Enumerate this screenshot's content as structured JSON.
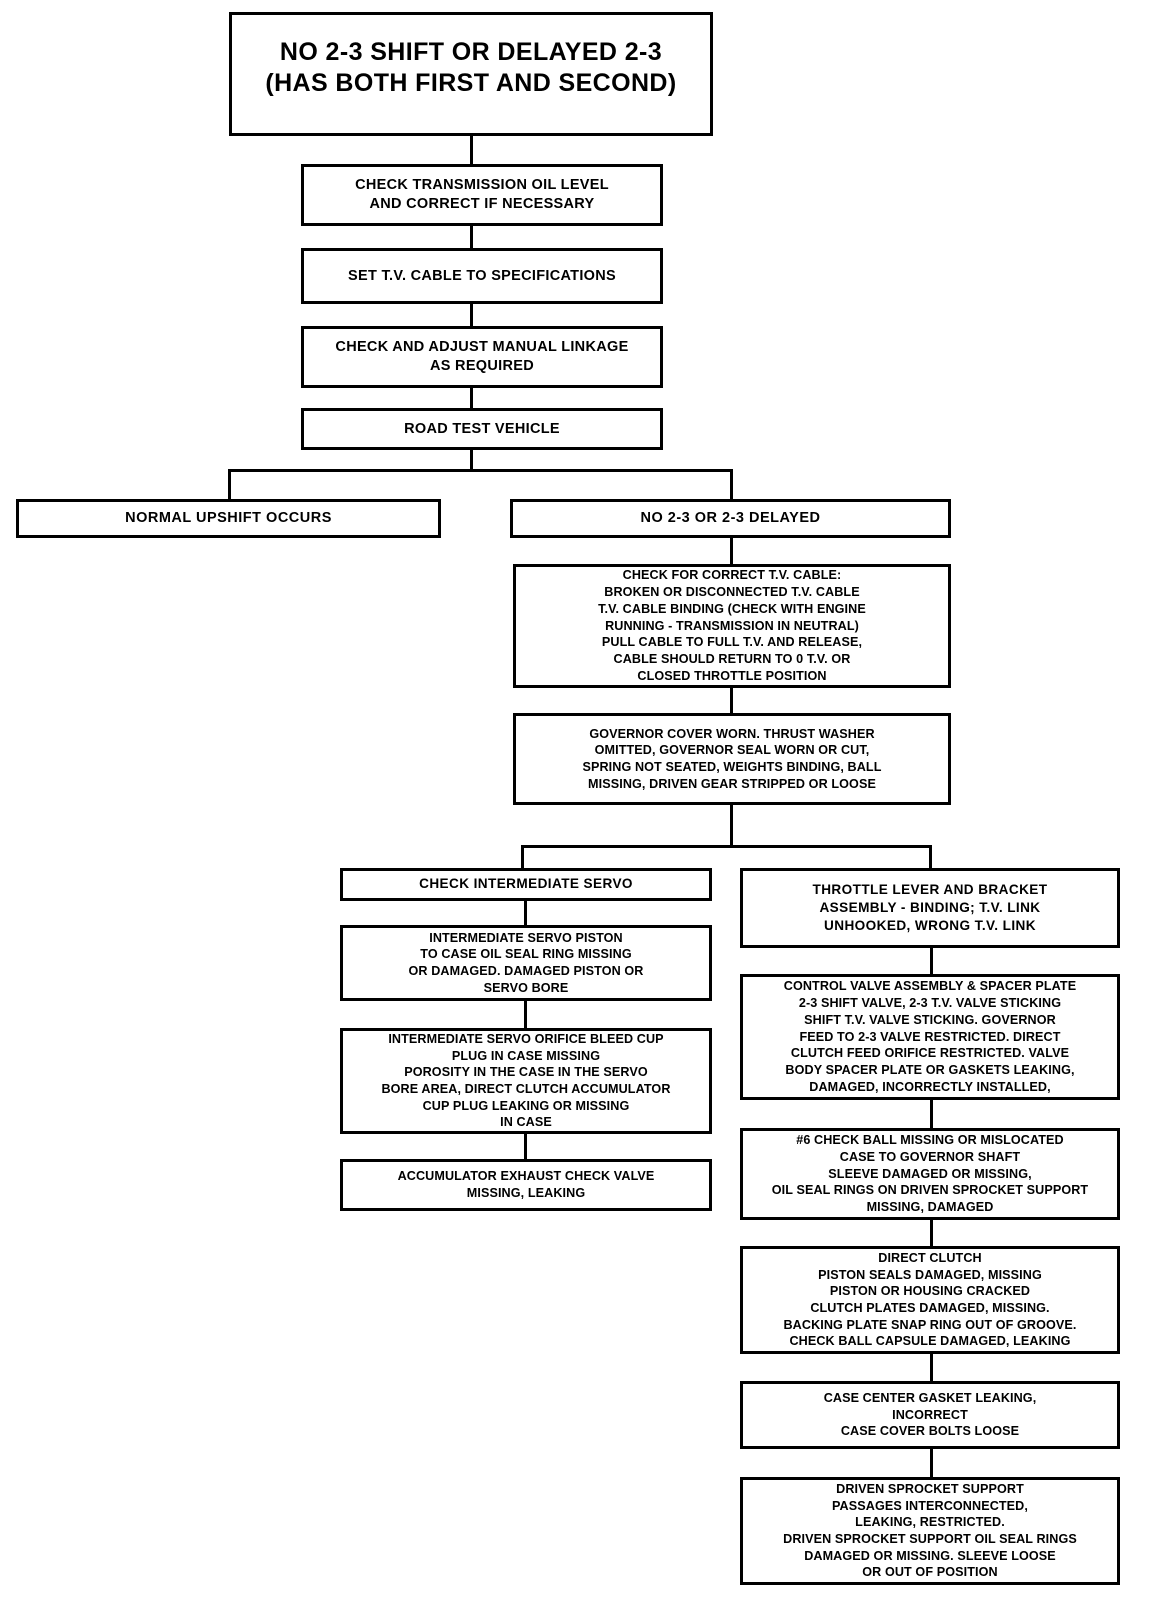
{
  "diagram": {
    "kind": "troubleshooting-flowchart",
    "title_box": {
      "id": "no-2-3-shift-or-delayed",
      "text": "NO 2-3 SHIFT OR DELAYED 2-3\n(HAS BOTH FIRST AND SECOND)"
    },
    "steps": [
      {
        "id": "check-transmission-oil-level",
        "text": "CHECK TRANSMISSION OIL LEVEL\nAND CORRECT IF NECESSARY"
      },
      {
        "id": "set-tv-cable",
        "text": "SET T.V. CABLE TO SPECIFICATIONS"
      },
      {
        "id": "check-adjust-manual-linkage",
        "text": "CHECK AND ADJUST MANUAL LINKAGE\nAS REQUIRED"
      },
      {
        "id": "road-test-vehicle",
        "text": "ROAD TEST VEHICLE"
      }
    ],
    "branches": [
      {
        "id": "normal-upshift-occurs",
        "text": "NORMAL UPSHIFT OCCURS"
      },
      {
        "id": "no-2-3-or-2-3-delayed",
        "text": "NO 2-3 OR 2-3 DELAYED"
      }
    ],
    "common_checks": [
      {
        "id": "check-tv-cable-detail",
        "text": "CHECK FOR CORRECT T.V. CABLE:\nBROKEN OR DISCONNECTED T.V. CABLE\nT.V. CABLE BINDING (CHECK WITH ENGINE\nRUNNING - TRANSMISSION IN NEUTRAL)\nPULL CABLE TO FULL T.V. AND RELEASE,\nCABLE SHOULD RETURN TO 0 T.V. OR\nCLOSED THROTTLE POSITION"
      },
      {
        "id": "governor-cover-detail",
        "text": "GOVERNOR COVER WORN. THRUST WASHER\nOMITTED, GOVERNOR SEAL WORN OR CUT,\nSPRING NOT SEATED, WEIGHTS BINDING, BALL\nMISSING, DRIVEN GEAR STRIPPED OR LOOSE"
      }
    ],
    "left_column": [
      {
        "id": "check-intermediate-servo",
        "type": "header",
        "text": "CHECK INTERMEDIATE SERVO"
      },
      {
        "id": "intermediate-servo-piston",
        "type": "detail",
        "text": "INTERMEDIATE SERVO PISTON\nTO CASE OIL SEAL RING MISSING\nOR DAMAGED. DAMAGED PISTON OR\nSERVO BORE"
      },
      {
        "id": "intermediate-servo-orifice-bleed-cup-plug",
        "type": "detail",
        "text": "INTERMEDIATE SERVO ORIFICE BLEED CUP\nPLUG IN CASE MISSING\nPOROSITY IN THE CASE IN THE SERVO\nBORE AREA, DIRECT CLUTCH ACCUMULATOR\nCUP PLUG LEAKING OR MISSING\nIN CASE"
      },
      {
        "id": "accumulator-exhaust-check-valve",
        "type": "detail",
        "text": "ACCUMULATOR EXHAUST CHECK VALVE\nMISSING, LEAKING"
      }
    ],
    "right_column": [
      {
        "id": "throttle-lever-and-bracket",
        "type": "header",
        "text": "THROTTLE LEVER AND BRACKET\nASSEMBLY - BINDING; T.V. LINK\nUNHOOKED, WRONG T.V. LINK"
      },
      {
        "id": "control-valve-assembly-spacer-plate",
        "type": "detail",
        "text": "CONTROL VALVE ASSEMBLY & SPACER PLATE\n2-3 SHIFT VALVE, 2-3 T.V. VALVE STICKING\nSHIFT T.V. VALVE STICKING. GOVERNOR\nFEED TO 2-3 VALVE RESTRICTED. DIRECT\nCLUTCH FEED ORIFICE RESTRICTED. VALVE\nBODY SPACER PLATE OR GASKETS LEAKING,\nDAMAGED, INCORRECTLY INSTALLED,"
      },
      {
        "id": "check-ball-missing-or-mislocated",
        "type": "detail",
        "text": "#6 CHECK BALL MISSING OR MISLOCATED\nCASE TO GOVERNOR SHAFT\nSLEEVE DAMAGED OR MISSING,\nOIL SEAL RINGS ON DRIVEN SPROCKET SUPPORT\nMISSING, DAMAGED"
      },
      {
        "id": "direct-clutch",
        "type": "detail",
        "text": "DIRECT CLUTCH\nPISTON SEALS DAMAGED, MISSING\nPISTON OR HOUSING CRACKED\nCLUTCH PLATES DAMAGED, MISSING.\nBACKING PLATE SNAP RING OUT OF GROOVE.\nCHECK BALL CAPSULE DAMAGED, LEAKING"
      },
      {
        "id": "case-center-gasket",
        "type": "detail",
        "text": "CASE CENTER GASKET LEAKING,\nINCORRECT\nCASE COVER BOLTS LOOSE"
      },
      {
        "id": "driven-sprocket-support",
        "type": "detail",
        "text": "DRIVEN SPROCKET SUPPORT\nPASSAGES INTERCONNECTED,\nLEAKING, RESTRICTED.\nDRIVEN SPROCKET SUPPORT OIL SEAL RINGS\nDAMAGED OR MISSING. SLEEVE LOOSE\nOR OUT OF POSITION"
      }
    ]
  }
}
